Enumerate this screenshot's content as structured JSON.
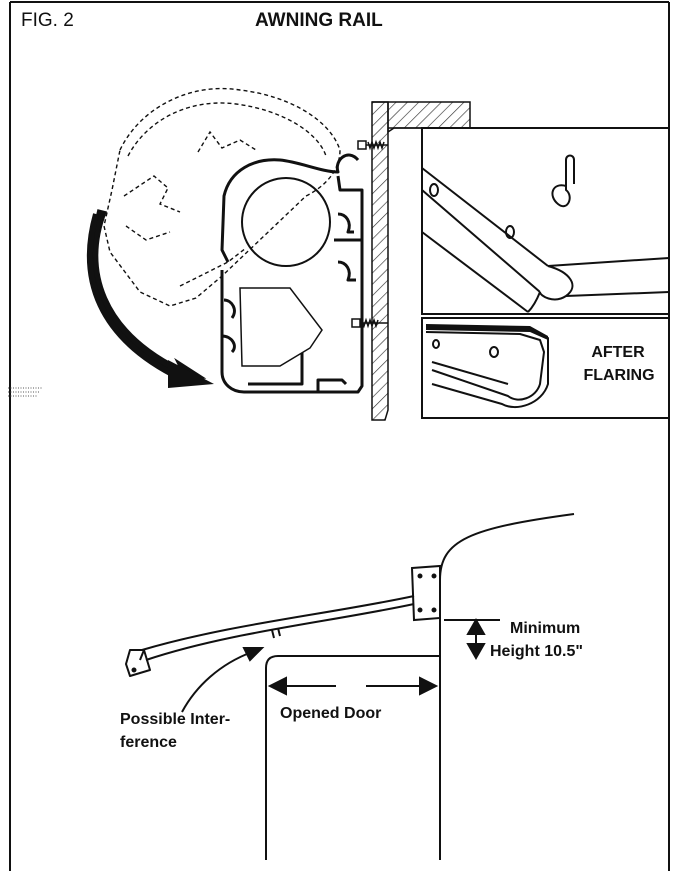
{
  "figure": {
    "fig_label": "FIG. 2",
    "title": "AWNING RAIL"
  },
  "rail_detail": {
    "after_flaring_line1": "AFTER",
    "after_flaring_line2": "FLARING"
  },
  "door_view": {
    "minimum_line1": "Minimum",
    "minimum_line2": "Height 10.5\"",
    "opened_door": "Opened Door",
    "interference_line1": "Possible Inter-",
    "interference_line2": "ference"
  },
  "colors": {
    "ink": "#111111",
    "hatch": "#333333",
    "background": "#ffffff"
  }
}
